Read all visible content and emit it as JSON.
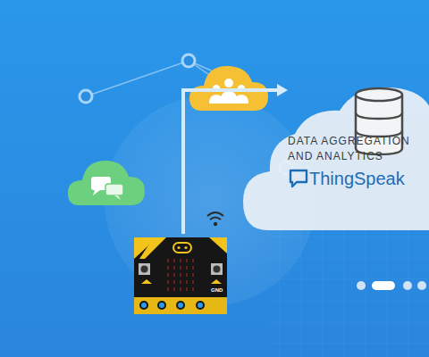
{
  "diagram": {
    "nodes": [
      {
        "text": [
          "DATA AGGREGATION AND ANALYTICS",
          "ThingSpeak"
        ]
      }
    ],
    "labels": [
      "GND"
    ]
  }
}
